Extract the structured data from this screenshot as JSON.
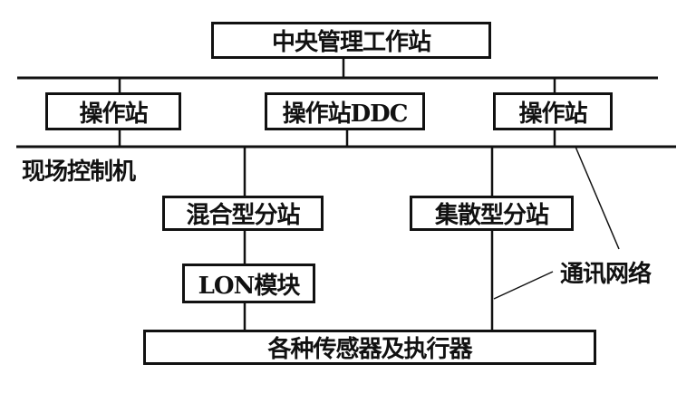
{
  "diagram": {
    "central_station": "中央管理工作站",
    "operator_stations": [
      "操作站",
      "操作站DDC",
      "操作站"
    ],
    "field_controller_label": "现场控制机",
    "substations": [
      "混合型分站",
      "集散型分站"
    ],
    "lon_module": "LON模块",
    "devices": "各种传感器及执行器",
    "network_label": "通讯网络"
  },
  "colors": {
    "line": "#111111",
    "background": "#ffffff"
  }
}
